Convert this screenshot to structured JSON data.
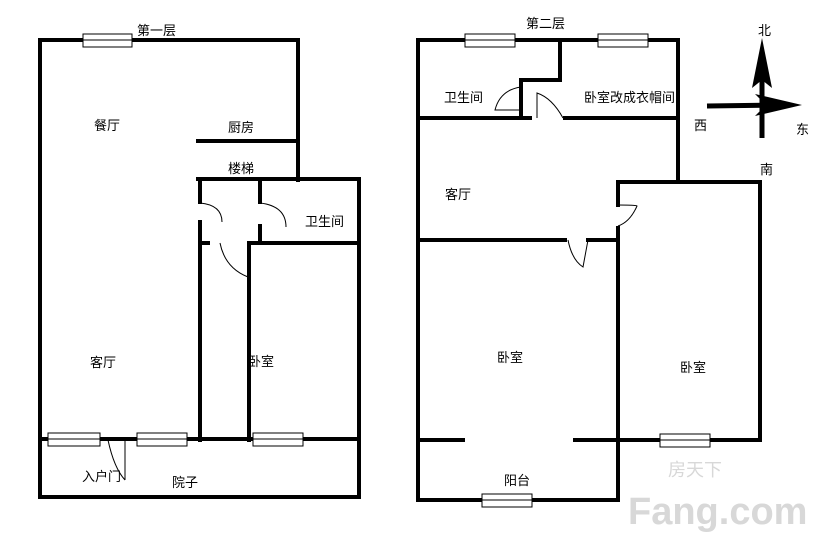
{
  "floor1": {
    "title": "第一层",
    "rooms": {
      "dining": "餐厅",
      "kitchen": "厨房",
      "stairs": "楼梯",
      "bathroom": "卫生间",
      "living": "客厅",
      "bedroom": "卧室",
      "entrance": "入户门",
      "courtyard": "院子"
    }
  },
  "floor2": {
    "title": "第二层",
    "rooms": {
      "bathroom": "卫生间",
      "cloakroom": "卧室改成衣帽间",
      "living": "客厅",
      "bedroom_main": "卧室",
      "bedroom_east": "卧室",
      "balcony": "阳台"
    }
  },
  "compass": {
    "north": "北",
    "south": "南",
    "east": "东",
    "west": "西"
  },
  "watermark": {
    "cn": "房天下",
    "en": "Fang.com"
  }
}
